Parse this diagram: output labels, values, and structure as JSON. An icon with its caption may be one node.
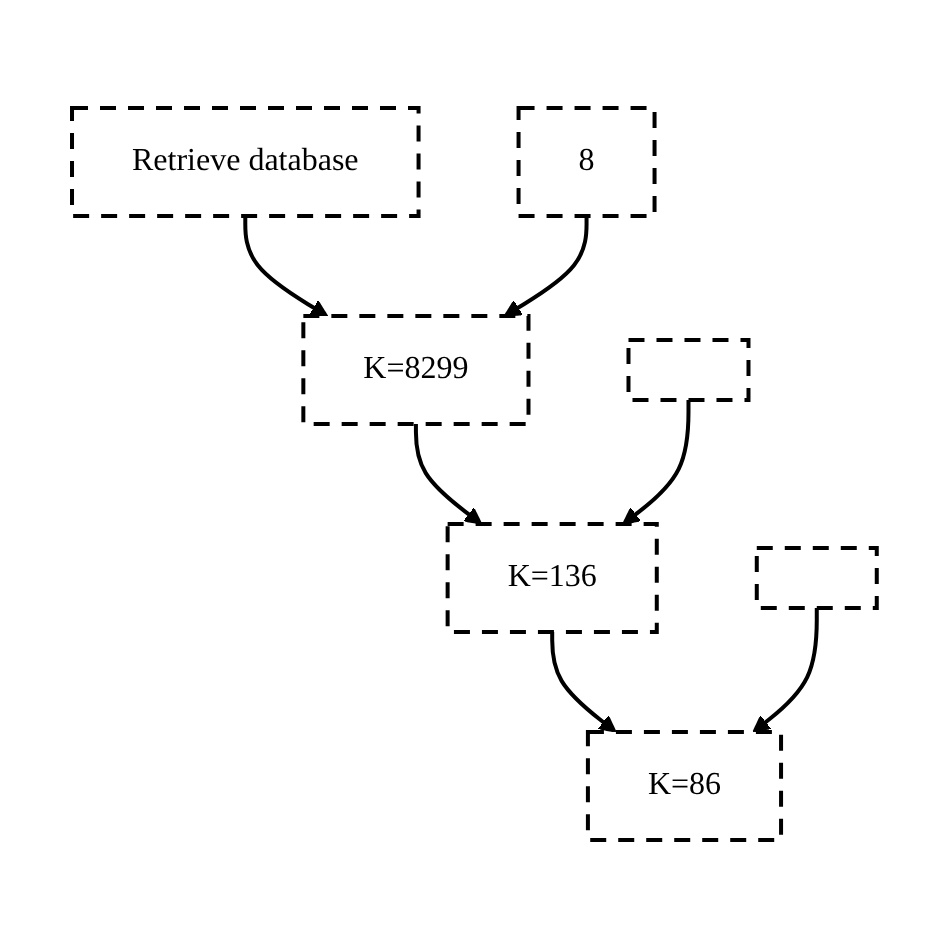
{
  "diagram": {
    "nodes": [
      {
        "text": [
          "Retrieve database"
        ]
      },
      {
        "text": [
          "8"
        ]
      },
      {
        "text": [
          "K=8299"
        ]
      },
      {
        "text": [],
        "shape": "box"
      },
      {
        "text": [
          "K=136"
        ]
      },
      {
        "text": [],
        "shape": "box"
      },
      {
        "text": [
          "K=86"
        ]
      }
    ],
    "edges": [
      {
        "from": 0,
        "to": 2,
        "arrow": "to"
      },
      {
        "from": 1,
        "to": 2,
        "arrow": "to"
      },
      {
        "from": 2,
        "to": 4,
        "arrow": "to"
      },
      {
        "from": 3,
        "to": 4,
        "arrow": "to"
      },
      {
        "from": 4,
        "to": 6,
        "arrow": "to"
      },
      {
        "from": 5,
        "to": 6,
        "arrow": "to"
      }
    ]
  }
}
